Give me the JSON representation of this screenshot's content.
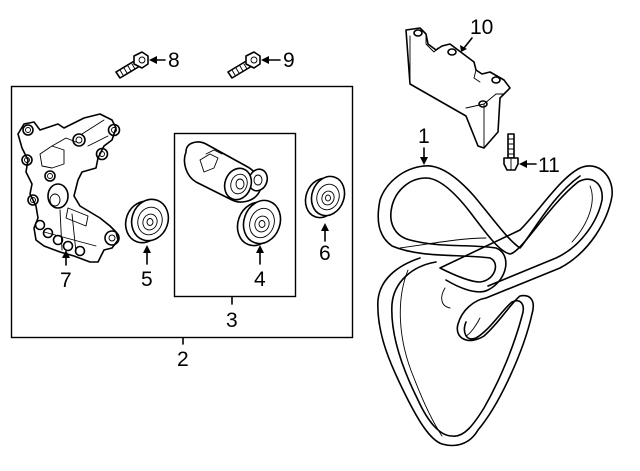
{
  "diagram": {
    "type": "parts-exploded-view",
    "line_color": "#000000",
    "background": "#ffffff",
    "callouts": [
      {
        "id": "1",
        "label": "1",
        "part": "serpentine-belt"
      },
      {
        "id": "2",
        "label": "2",
        "part": "tensioner-bracket-assembly"
      },
      {
        "id": "3",
        "label": "3",
        "part": "tensioner-assembly"
      },
      {
        "id": "4",
        "label": "4",
        "part": "tensioner-pulley"
      },
      {
        "id": "5",
        "label": "5",
        "part": "idler-pulley"
      },
      {
        "id": "6",
        "label": "6",
        "part": "idler-pulley"
      },
      {
        "id": "7",
        "label": "7",
        "part": "mounting-bracket"
      },
      {
        "id": "8",
        "label": "8",
        "part": "bolt"
      },
      {
        "id": "9",
        "label": "9",
        "part": "bolt"
      },
      {
        "id": "10",
        "label": "10",
        "part": "support-bracket"
      },
      {
        "id": "11",
        "label": "11",
        "part": "bolt"
      }
    ]
  }
}
